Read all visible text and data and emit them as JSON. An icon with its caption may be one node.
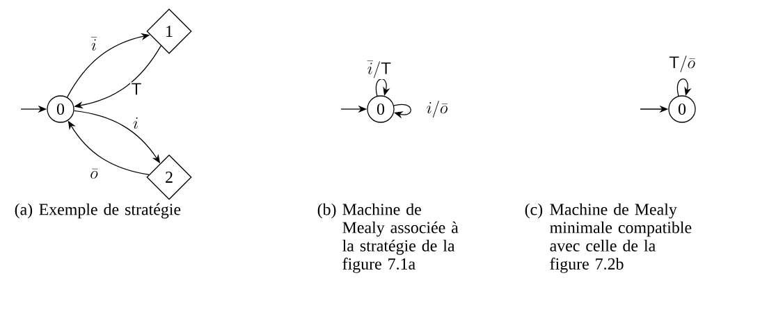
{
  "diagram": {
    "nodes": [
      {
        "text": [
          "0"
        ]
      },
      {
        "text": [
          "1"
        ]
      },
      {
        "text": [
          "2"
        ]
      },
      {
        "text": [
          "0"
        ]
      },
      {
        "text": [
          "0"
        ]
      }
    ],
    "edges": [
      {
        "from": null,
        "to": 0,
        "arrow": "to"
      },
      {
        "from": 0,
        "to": 1,
        "arrow": "to",
        "label": "\\bar{i}"
      },
      {
        "from": 1,
        "to": 0,
        "arrow": "to",
        "label": "\\mathsf{T}"
      },
      {
        "from": 0,
        "to": 2,
        "arrow": "to",
        "label": "i"
      },
      {
        "from": 2,
        "to": 0,
        "arrow": "to",
        "label": "\\bar{o}"
      },
      {
        "from": null,
        "to": 3,
        "arrow": "to"
      },
      {
        "from": 3,
        "to": 3,
        "arrow": "to",
        "label": "\\bar{i}/\\mathsf{T}"
      },
      {
        "from": 3,
        "to": 3,
        "arrow": "to",
        "label": "i/\\bar{o}"
      },
      {
        "from": null,
        "to": 4,
        "arrow": "to"
      },
      {
        "from": 4,
        "to": 4,
        "arrow": "to",
        "label": "\\mathsf{T}/\\bar{o}"
      }
    ],
    "labels": [
      "(a)",
      "Exemple de stratégie",
      "(b)",
      "Machine de Mealy associée à la stratégie de la figure 7.1a",
      "(c)",
      "Machine de Mealy minimale compatible avec celle de la figure 7.2b"
    ]
  }
}
